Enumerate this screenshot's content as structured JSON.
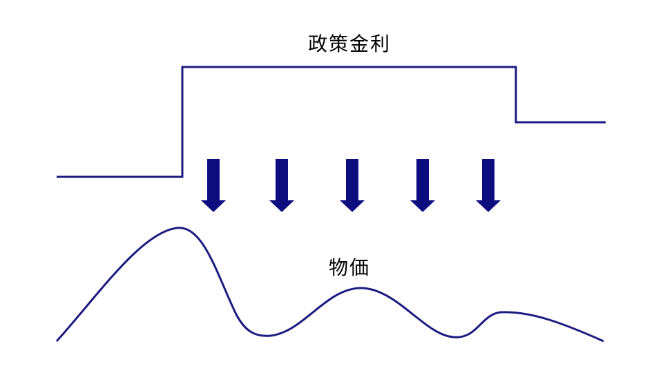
{
  "diagram": {
    "policy_rate_label": "政策金利",
    "price_label": "物価",
    "arrow_count": 5,
    "colors": {
      "line": "#1a1a80",
      "arrow": "#0d0d80",
      "background": "#ffffff"
    }
  }
}
